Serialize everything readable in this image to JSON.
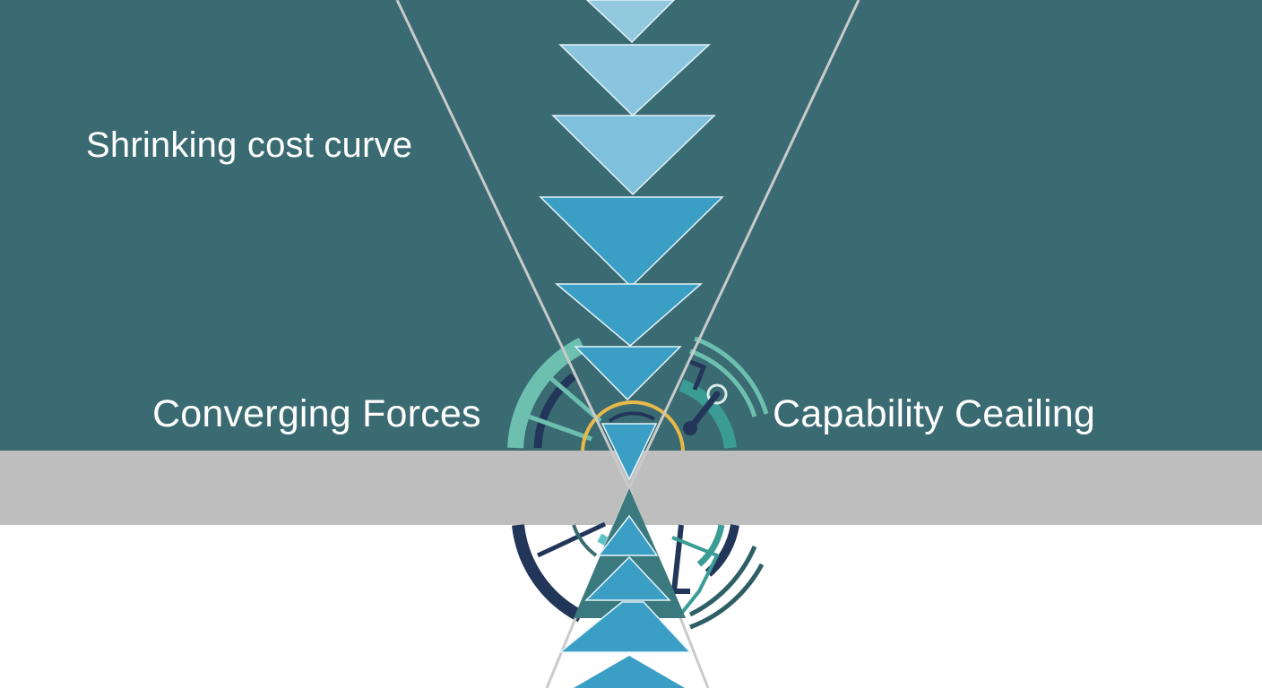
{
  "diagram": {
    "labels": {
      "shrinking": "Shrinking cost curve",
      "converging": "Converging Forces",
      "ceiling": "Capability Ceailing"
    },
    "colors": {
      "background_teal": "#3b6b72",
      "band_gray": "#bdbebd",
      "bottom_white": "#ffffff",
      "v_line": "#c9cac9",
      "triangle_light": "#93c9df",
      "triangle_mid": "#7fc0dc",
      "triangle_strong": "#3b9ec5",
      "gear_teal": "#6dbfb0",
      "gear_navy": "#22365a",
      "gear_yellow": "#e9b94a"
    },
    "descending_triangles": 7,
    "ascending_triangles": 5
  }
}
